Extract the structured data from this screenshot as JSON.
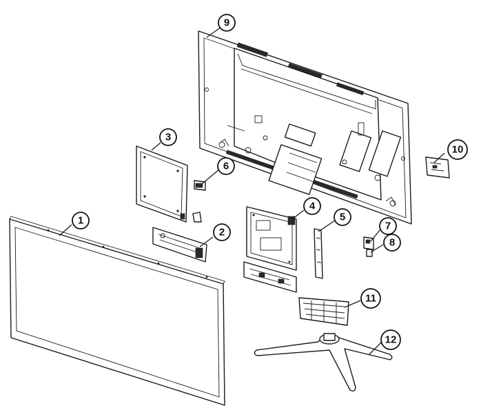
{
  "diagram": {
    "type": "exploded-parts-view",
    "callouts": [
      {
        "id": "c1",
        "label": "1"
      },
      {
        "id": "c2",
        "label": "2"
      },
      {
        "id": "c3",
        "label": "3"
      },
      {
        "id": "c4",
        "label": "4"
      },
      {
        "id": "c5",
        "label": "5"
      },
      {
        "id": "c6",
        "label": "6"
      },
      {
        "id": "c7",
        "label": "7"
      },
      {
        "id": "c8",
        "label": "8"
      },
      {
        "id": "c9",
        "label": "9"
      },
      {
        "id": "c10",
        "label": "10"
      },
      {
        "id": "c11",
        "label": "11"
      },
      {
        "id": "c12",
        "label": "12"
      }
    ],
    "colors": {
      "line": "#1a1a1a",
      "background": "#ffffff"
    }
  }
}
